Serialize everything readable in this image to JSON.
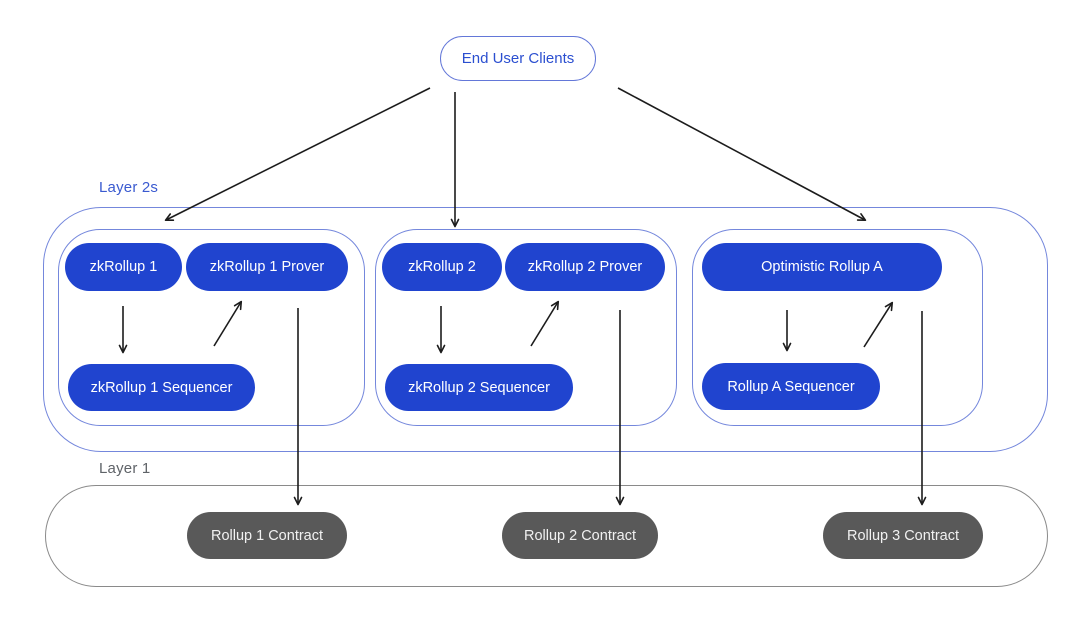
{
  "diagram": {
    "top_node": {
      "label": "End User Clients"
    },
    "layer2": {
      "label": "Layer 2s",
      "groups": [
        {
          "rollup": "zkRollup 1",
          "prover": "zkRollup 1 Prover",
          "sequencer": "zkRollup 1 Sequencer"
        },
        {
          "rollup": "zkRollup 2",
          "prover": "zkRollup 2 Prover",
          "sequencer": "zkRollup 2 Sequencer"
        },
        {
          "rollup": "Optimistic Rollup A",
          "sequencer": "Rollup A Sequencer"
        }
      ]
    },
    "layer1": {
      "label": "Layer 1",
      "contracts": [
        "Rollup 1 Contract",
        "Rollup 2 Contract",
        "Rollup 3 Contract"
      ]
    },
    "edges": [
      {
        "from": "End User Clients",
        "to": "zkRollup 1 group"
      },
      {
        "from": "End User Clients",
        "to": "zkRollup 2 group"
      },
      {
        "from": "End User Clients",
        "to": "Optimistic Rollup A group"
      },
      {
        "from": "zkRollup 1",
        "to": "zkRollup 1 Sequencer"
      },
      {
        "from": "zkRollup 1 Sequencer",
        "to": "zkRollup 1 Prover"
      },
      {
        "from": "zkRollup 1 Prover",
        "to": "Rollup 1 Contract"
      },
      {
        "from": "zkRollup 2",
        "to": "zkRollup 2 Sequencer"
      },
      {
        "from": "zkRollup 2 Sequencer",
        "to": "zkRollup 2 Prover"
      },
      {
        "from": "zkRollup 2 Prover",
        "to": "Rollup 2 Contract"
      },
      {
        "from": "Optimistic Rollup A",
        "to": "Rollup A Sequencer"
      },
      {
        "from": "Rollup A Sequencer",
        "to": "Optimistic Rollup A"
      },
      {
        "from": "Optimistic Rollup A",
        "to": "Rollup 3 Contract"
      }
    ],
    "colors": {
      "node_blue": "#2044cf",
      "node_dark_gray": "#595959",
      "container_border_blue": "#7487dc",
      "container_border_gray": "#8a8a8a",
      "top_node_border": "#6377d8",
      "blue_text": "#2b4fd0",
      "gray_text": "#5f6368",
      "arrow": "#1c1c1c"
    }
  }
}
